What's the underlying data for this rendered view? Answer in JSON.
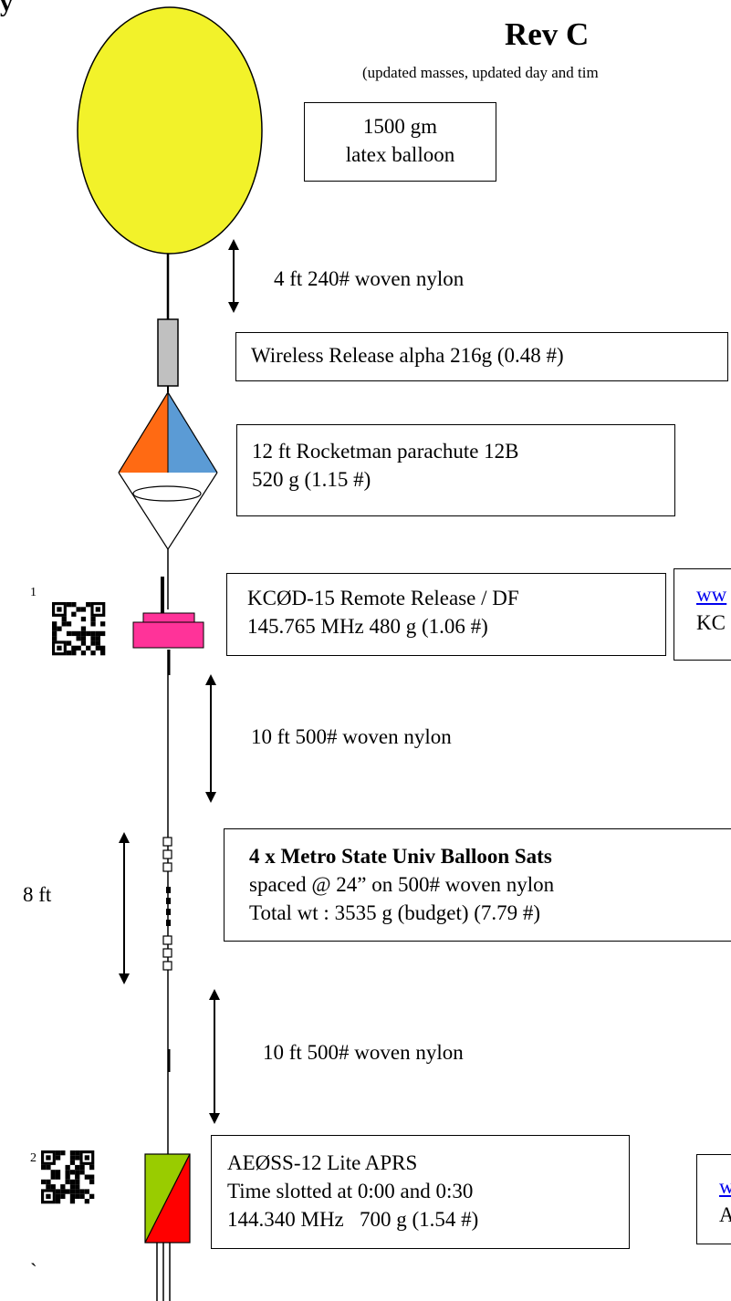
{
  "header": {
    "top_fragment": "y",
    "rev_title": "Rev C",
    "rev_subtitle": "(updated masses, updated day and tim"
  },
  "balloon": {
    "label_line1": "1500 gm",
    "label_line2": "latex balloon",
    "color": "#f2f22a"
  },
  "segments": {
    "tether1": "4 ft 240# woven nylon",
    "tether2": "10 ft 500# woven nylon",
    "tether3": "10 ft 500# woven nylon",
    "sats_spacing": "8 ft"
  },
  "release": {
    "label": "Wireless Release alpha 216g (0.48 #)",
    "color": "#c0c0c0"
  },
  "parachute": {
    "line1": "12 ft Rocketman parachute  12B",
    "line2": "520 g (1.15 #)",
    "color_left": "#ff6a13",
    "color_right": "#5b9bd5"
  },
  "remote_release": {
    "qr_index": "1",
    "line1": "KCØD-15 Remote Release  / DF",
    "line2": "145.765 MHz 480 g (1.06 #)",
    "side_link": "ww",
    "side_text": "KC",
    "color": "#ff3399"
  },
  "balloon_sats": {
    "line1": "4 x Metro State Univ Balloon Sats",
    "line2": "spaced @ 24” on 500# woven nylon",
    "line3": "Total wt : 3535 g (budget) (7.79 #)"
  },
  "aprs": {
    "qr_index": "2",
    "line1": "AEØSS-12 Lite APRS",
    "line2": "Time slotted at 0:00 and 0:30",
    "line3": "144.340 MHz   700 g (1.54 #)",
    "side_link": "w",
    "side_text": "A",
    "color_green": "#99cc00",
    "color_red": "#ff0000"
  },
  "footer": {
    "tick": "`"
  }
}
